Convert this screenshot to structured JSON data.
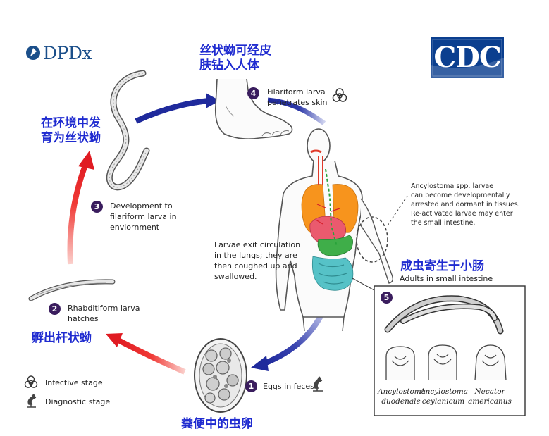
{
  "logos": {
    "dpdx": "DPDx",
    "cdc": "CDC"
  },
  "stages": {
    "stage1": {
      "number": "1",
      "label": "Eggs in feces",
      "chinese": "粪便中的虫卵"
    },
    "stage2": {
      "number": "2",
      "label_line1": "Rhabditiform larva",
      "label_line2": "hatches",
      "chinese": "孵出杆状蚴"
    },
    "stage3": {
      "number": "3",
      "label_line1": "Development to",
      "label_line2": "filariform larva in",
      "label_line3": "enviornment",
      "chinese_line1": "在环境中发",
      "chinese_line2": "育为丝状蚴"
    },
    "stage4": {
      "number": "4",
      "label_line1": "Filariform larva",
      "label_line2": "penetrates skin",
      "chinese_line1": "丝状蚴可经皮",
      "chinese_line2": "肤钻入人体"
    },
    "stage5": {
      "number": "5",
      "label": "Adults in small intestine",
      "chinese": "成虫寄生于小肠"
    }
  },
  "notes": {
    "lungs": [
      "Larvae exit circulation",
      "in the lungs;  they are",
      "then coughed up and",
      "swallowed."
    ],
    "dormant": [
      "Ancylostoma spp. larvae",
      "can become developmentally",
      "arrested and dormant in tissues.",
      "Re-activated larvae may enter",
      "the small intestine."
    ]
  },
  "species": [
    {
      "line1": "Ancylostoma",
      "line2": "duodenale"
    },
    {
      "line1": "Ancylostoma",
      "line2": "ceylanicum"
    },
    {
      "line1": "Necator",
      "line2": "americanus"
    }
  ],
  "legend": {
    "infective": "Infective stage",
    "diagnostic": "Diagnostic stage"
  },
  "colors": {
    "arrow_blue": "#1f2a9c",
    "arrow_red": "#e8202a",
    "chinese_text": "#1f2bd0",
    "number_circle": "#3a1d5e",
    "cdc_blue": "#0b3f8f"
  },
  "icons": {
    "infective": "biohazard-icon",
    "diagnostic": "microscope-icon"
  }
}
